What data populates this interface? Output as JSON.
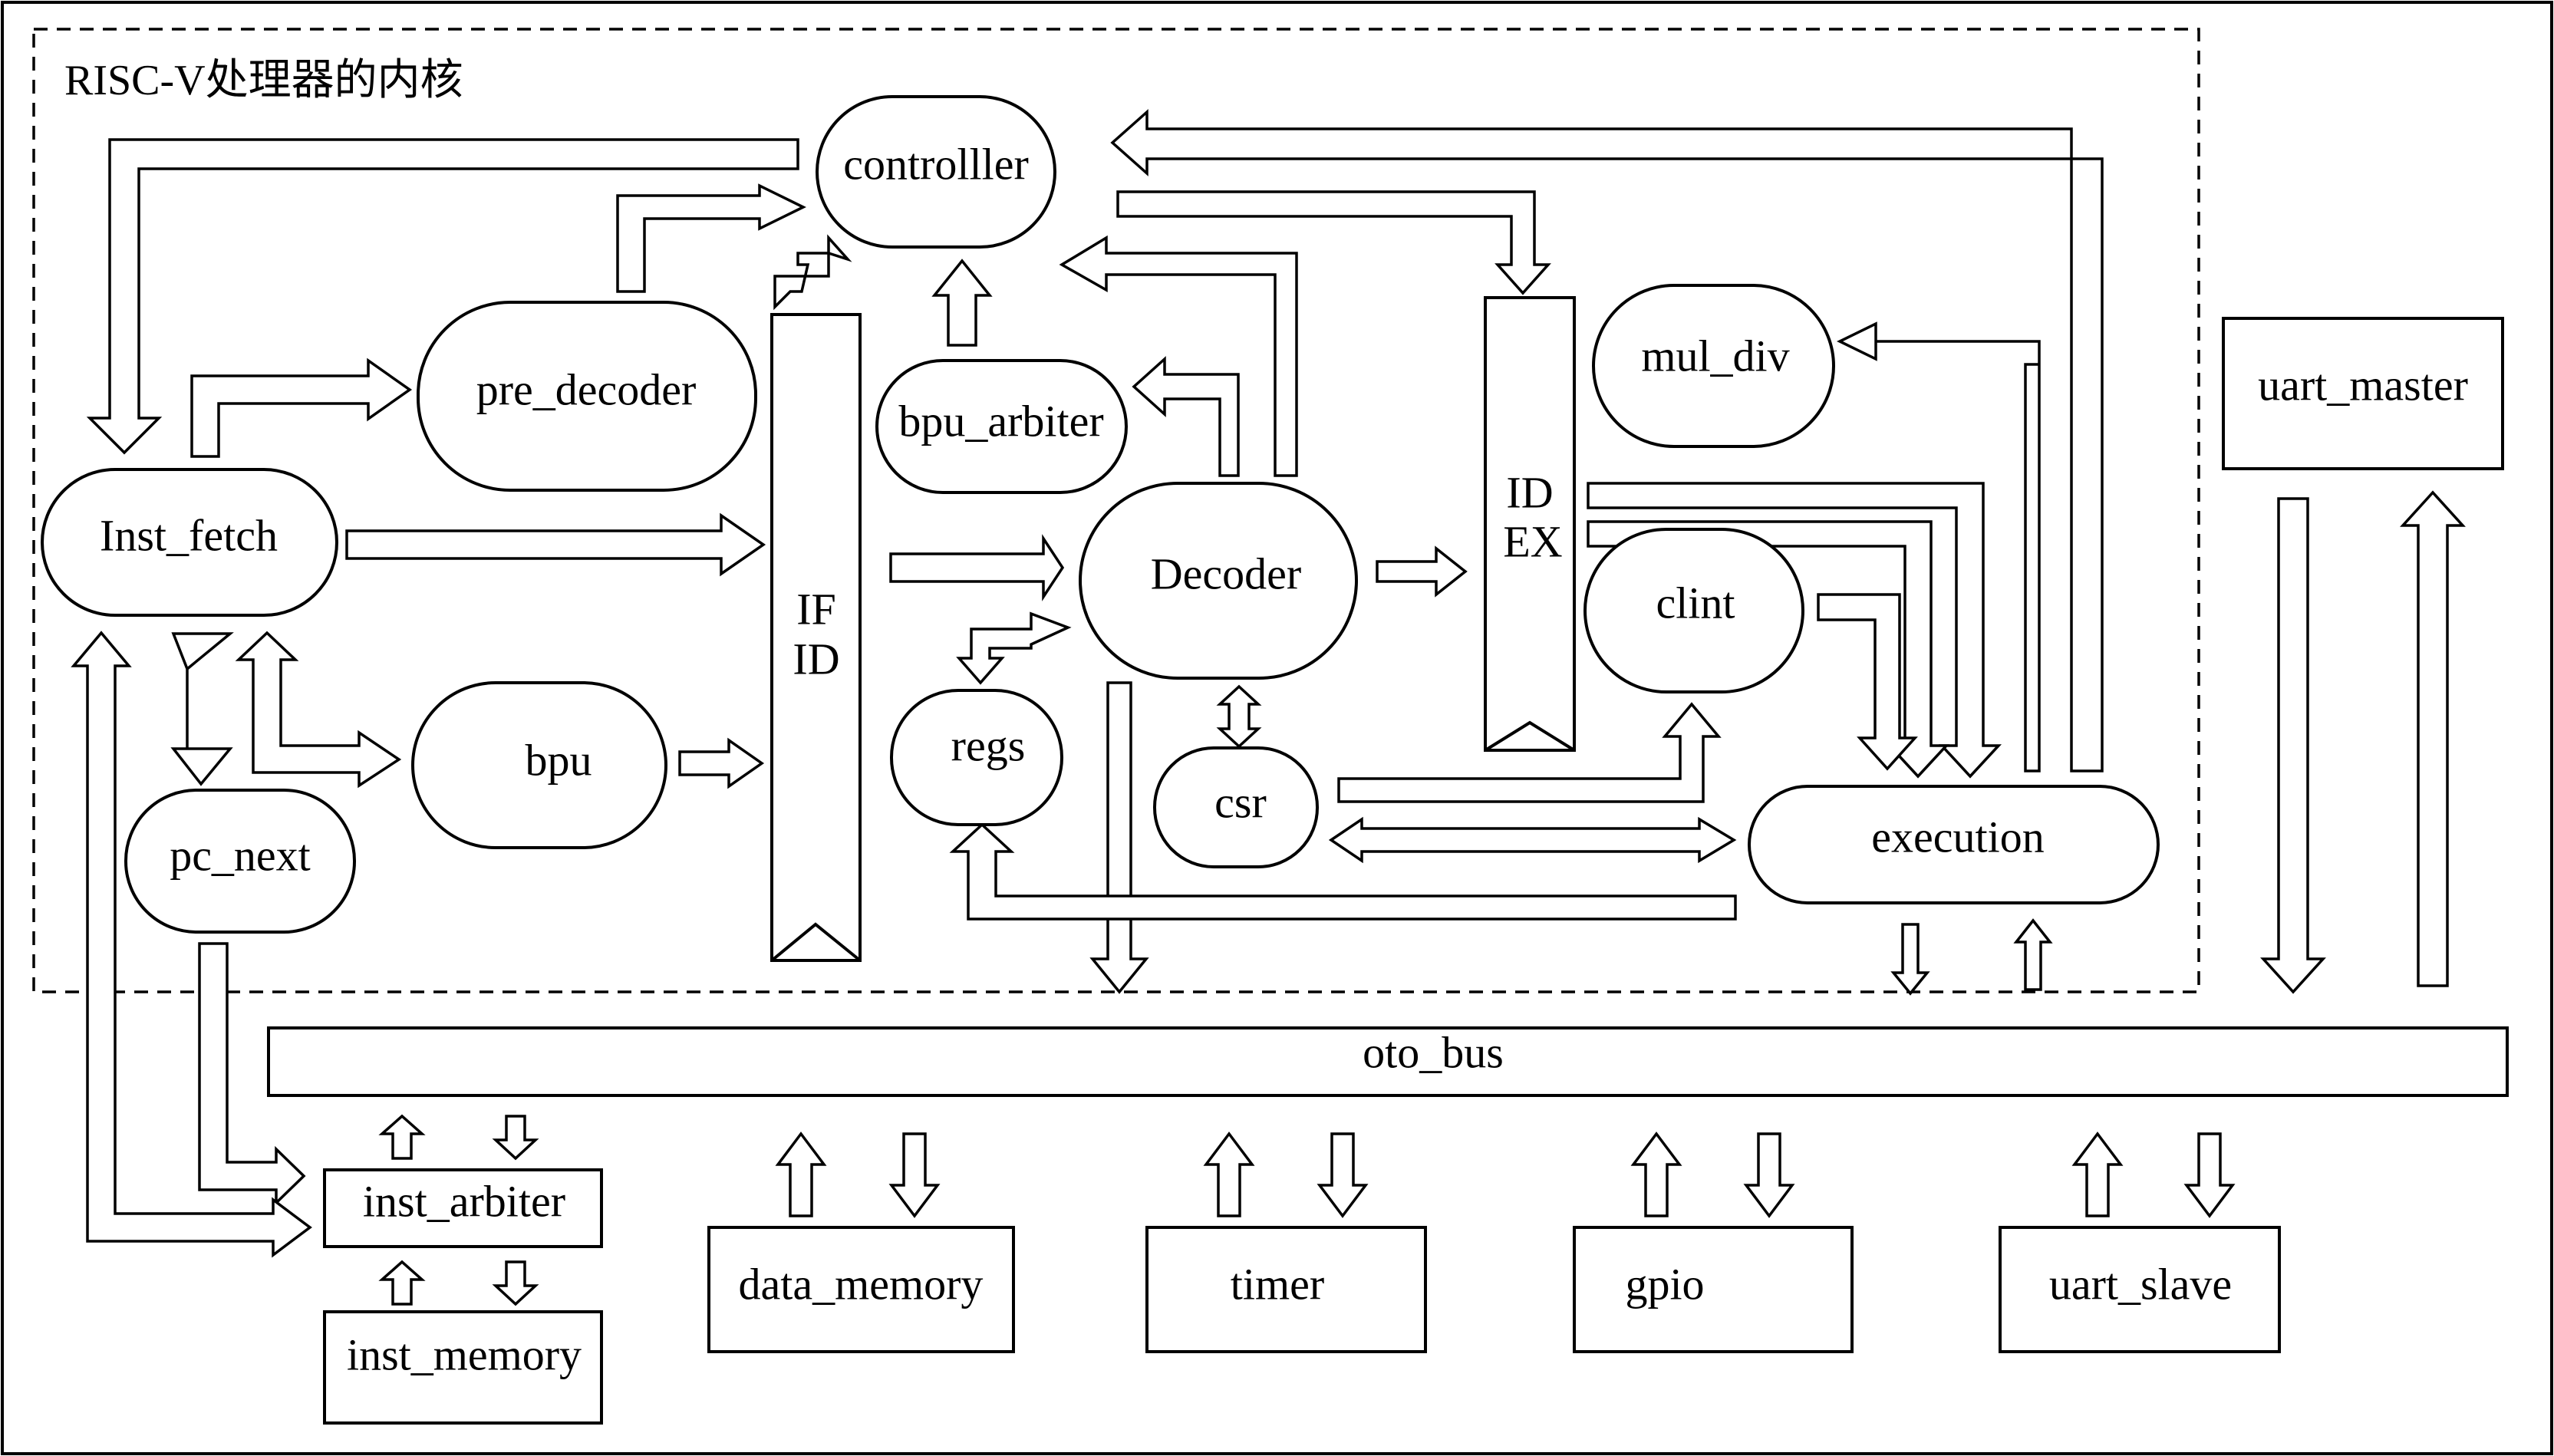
{
  "diagram": {
    "core_label": "RISC-V处理器的内核",
    "modules": {
      "controller": "controlller",
      "pre_decoder": "pre_decoder",
      "inst_fetch": "Inst_fetch",
      "bpu": "bpu",
      "pc_next": "pc_next",
      "if_id": "IF\nID",
      "bpu_arbiter": "bpu_arbiter",
      "decoder": "Decoder",
      "regs": "regs",
      "csr": "csr",
      "id_ex": "ID\nEX",
      "mul_div": "mul_div",
      "clint": "clint",
      "execution": "execution",
      "uart_master": "uart_master",
      "oto_bus": "oto_bus",
      "inst_arbiter": "inst_arbiter",
      "inst_memory": "inst_memory",
      "data_memory": "data_memory",
      "timer": "timer",
      "gpio": "gpio",
      "uart_slave": "uart_slave"
    }
  }
}
